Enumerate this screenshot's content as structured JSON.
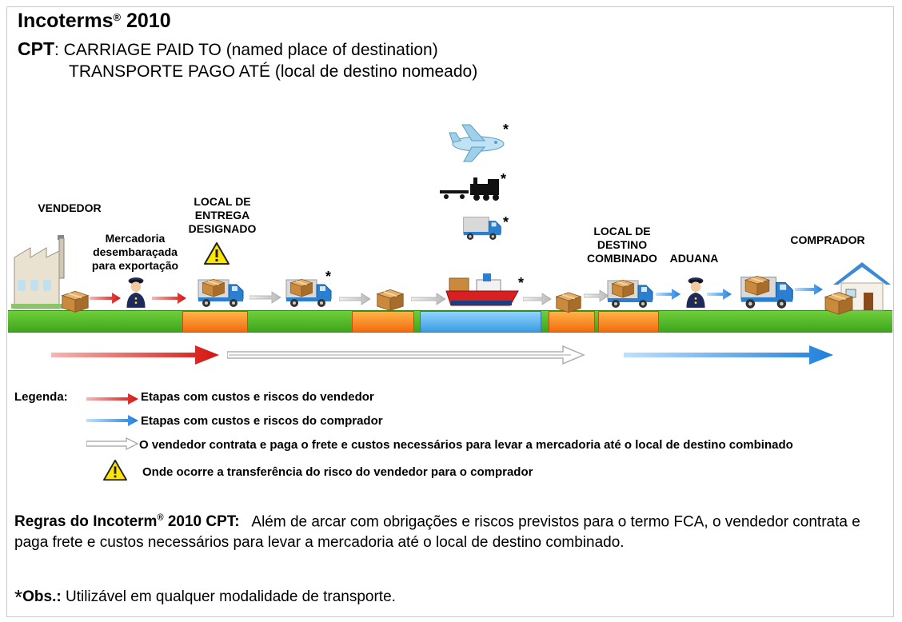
{
  "header": {
    "title": "Incoterms",
    "title_reg": "®",
    "title_year": "2010",
    "cpt_code": "CPT",
    "cpt_en": ": CARRIAGE PAID TO (named place of destination)",
    "cpt_pt": "TRANSPORTE PAGO ATÉ (local de destino nomeado)"
  },
  "stages": {
    "seller": "VENDEDOR",
    "goods": "Mercadoria desembaraçada para exportação",
    "delivery_place": "LOCAL DE ENTREGA DESIGNADO",
    "destination_place": "LOCAL DE DESTINO COMBINADO",
    "customs": "ADUANA",
    "buyer": "COMPRADOR"
  },
  "marks": {
    "asterisk": "*"
  },
  "legend": {
    "title": "Legenda:",
    "seller_stage": "Etapas com custos e riscos do vendedor",
    "buyer_stage": "Etapas com custos e riscos do comprador",
    "freight": "O vendedor contrata e paga o frete e custos necessários para levar a mercadoria até o local de destino combinado",
    "risk_transfer": "Onde ocorre a transferência do risco do vendedor para o comprador"
  },
  "rules": {
    "label": "Regras do Incoterm",
    "label_reg": "®",
    "label_tail": " 2010 CPT:",
    "text": "Além de arcar com obrigações e riscos previstos para o termo FCA, o vendedor contrata e paga frete e custos necessários para levar a mercadoria até o local de destino combinado."
  },
  "obs": {
    "asterisk": "*",
    "label": "Obs.:",
    "text": " Utilizável em qualquer modalidade de transporte."
  },
  "colors": {
    "seller_red": "#e0201b",
    "buyer_blue": "#2a8ae0",
    "freight_gray": "#c8c8c8",
    "ground_green": "#4cb526",
    "segment_orange": "#f5821f",
    "segment_blue": "#5ab4f0",
    "warning_yellow": "#ffe600"
  },
  "icons": [
    "factory-icon",
    "box-icon",
    "officer-icon",
    "truck-icon",
    "warning-icon",
    "airplane-icon",
    "train-icon",
    "ship-icon",
    "house-icon"
  ]
}
